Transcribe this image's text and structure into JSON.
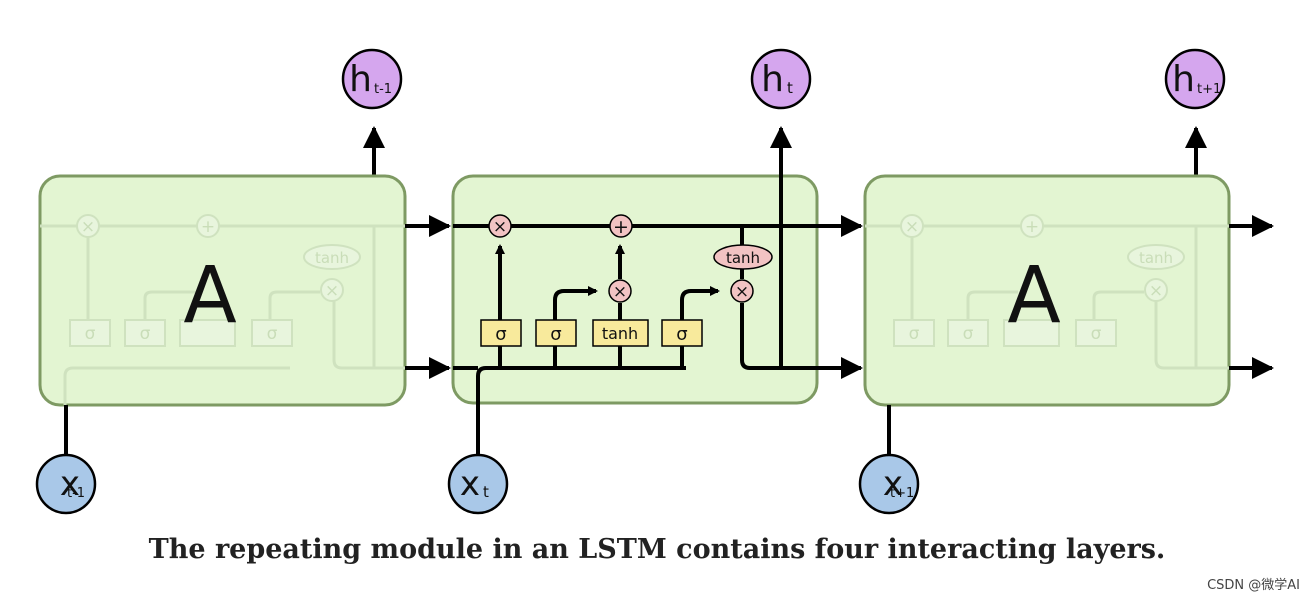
{
  "caption": "The repeating module in an LSTM contains four interacting layers.",
  "watermark": "CSDN @微学AI",
  "colors": {
    "module_fill": "#e3f5d2",
    "module_stroke": "#7e9a63",
    "input_node": "#a9c8e8",
    "output_node": "#d5a6ee",
    "layer_box": "#f8ea9c",
    "pointwise_op": "#f2c3c3",
    "line": "#000000"
  },
  "modules": [
    {
      "label": "A",
      "inputs": "x",
      "input_sub": "t-1",
      "output": "h",
      "output_sub": "t-1",
      "ghost_ops": [
        "×",
        "+",
        "tanh",
        "×"
      ],
      "ghost_layers": [
        "σ",
        "σ",
        "",
        "σ"
      ]
    },
    {
      "label": "",
      "inputs": "x",
      "input_sub": "t",
      "output": "h",
      "output_sub": "t"
    },
    {
      "label": "A",
      "inputs": "x",
      "input_sub": "t+1",
      "output": "h",
      "output_sub": "t+1",
      "ghost_ops": [
        "×",
        "+",
        "tanh",
        "×"
      ],
      "ghost_layers": [
        "σ",
        "σ",
        "",
        "σ"
      ]
    }
  ],
  "center_cell": {
    "layers": [
      "σ",
      "σ",
      "tanh",
      "σ"
    ],
    "ops": {
      "forget": "×",
      "add": "+",
      "input": "×",
      "output_tanh": "tanh",
      "output": "×"
    }
  }
}
